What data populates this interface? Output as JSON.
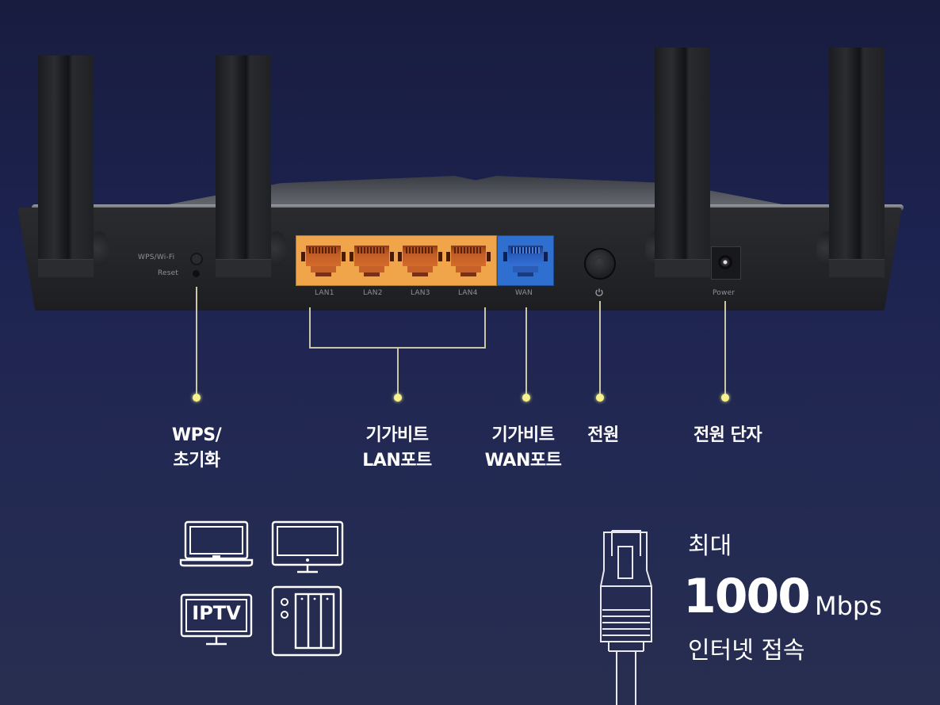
{
  "colors": {
    "background_top": "#181c3f",
    "background_bottom": "#282e50",
    "lan_panel": "#f0a54a",
    "wan_panel": "#2e6fd0",
    "callout_line": "#c9c7a6",
    "callout_dot": "#f7f28a"
  },
  "router": {
    "buttons": {
      "wps_label": "WPS/Wi-Fi",
      "reset_label": "Reset"
    },
    "ports": [
      {
        "label": "LAN1",
        "type": "lan"
      },
      {
        "label": "LAN2",
        "type": "lan"
      },
      {
        "label": "LAN3",
        "type": "lan"
      },
      {
        "label": "LAN4",
        "type": "lan"
      },
      {
        "label": "WAN",
        "type": "wan"
      }
    ],
    "power_button_icon": "power-icon",
    "power_jack_label": "Power"
  },
  "callouts": {
    "wps": {
      "line1": "WPS/",
      "line2": "초기화"
    },
    "lan": {
      "line1": "기가비트",
      "line2": "LAN포트"
    },
    "wan": {
      "line1": "기가비트",
      "line2": "WAN포트"
    },
    "power": {
      "line1": "전원"
    },
    "power_jack": {
      "line1": "전원 단자"
    }
  },
  "devices": [
    {
      "icon": "laptop-icon"
    },
    {
      "icon": "desktop-monitor-icon"
    },
    {
      "icon": "iptv-icon",
      "label": "IPTV"
    },
    {
      "icon": "nas-storage-icon"
    }
  ],
  "speed": {
    "prefix": "최대",
    "value": "1000",
    "unit": "Mbps",
    "suffix": "인터넷 접속",
    "icon": "ethernet-cable-icon"
  }
}
